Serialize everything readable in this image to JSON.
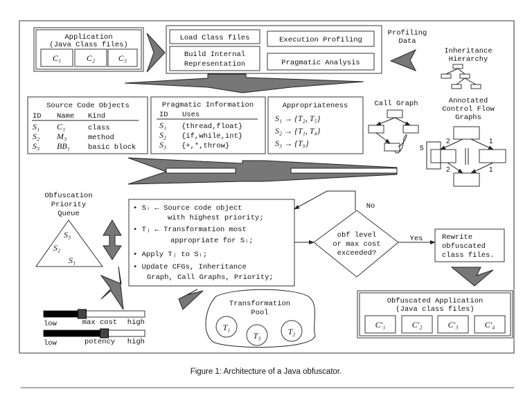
{
  "application": {
    "title": "Application",
    "subtitle": "(Java Class files)",
    "classes": [
      "C₁",
      "C₂",
      "C₃"
    ]
  },
  "process": {
    "load": "Load Class files",
    "build": [
      "Build Internal",
      "Representation"
    ],
    "profiling": "Execution Profiling",
    "pragmatic": "Pragmatic Analysis"
  },
  "profiling_data": [
    "Profiling",
    "Data"
  ],
  "inheritance": [
    "Inheritance",
    "Hierarchy"
  ],
  "source_objects": {
    "title": "Source Code Objects",
    "headers": [
      "ID",
      "Name",
      "Kind"
    ],
    "rows": [
      [
        "S₁",
        "C₁",
        "class"
      ],
      [
        "S₂",
        "M₃",
        "method"
      ],
      [
        "S₃",
        "BB₁",
        "basic block"
      ]
    ]
  },
  "pragmatic_info": {
    "title": "Pragmatic Information",
    "headers": [
      "ID",
      "Uses"
    ],
    "rows": [
      [
        "S₁",
        "{thread,float}"
      ],
      [
        "S₂",
        "{if,while,int}"
      ],
      [
        "S₃",
        "{+,*,throw}"
      ]
    ]
  },
  "appropriateness": {
    "title": "Appropriateness",
    "rows": [
      "S₁ → {T₂, T₅}",
      "S₂ → {T₁, T₄}",
      "S₃ → {T₉}"
    ]
  },
  "call_graph": "Call Graph",
  "cfg": {
    "title": [
      "Annotated",
      "Control Flow",
      "Graphs"
    ],
    "edge_labels": [
      "2",
      "1",
      "5",
      "2",
      "1"
    ]
  },
  "queue": {
    "title": [
      "Obfuscation",
      "Priority",
      "Queue"
    ],
    "items": [
      "S₃",
      "S₂",
      "S₁"
    ]
  },
  "steps": [
    "• Sᵢ ← Source code object",
    "with highest priority;",
    "• Tⱼ ← Transformation most",
    "appropriate for Sᵢ;",
    "• Apply Tⱼ to Sᵢ;",
    "• Update CFGs, Inheritance",
    "Graph, Call Graphs, Priority;"
  ],
  "decision": {
    "lines": [
      "obf level",
      "or max cost",
      "exceeded?"
    ],
    "no": "No",
    "yes": "Yes"
  },
  "rewrite": [
    "Rewrite",
    "obfuscated",
    "class files."
  ],
  "obf_app": {
    "title": "Obfuscated Application",
    "subtitle": "(Java class files)",
    "classes": [
      "C′₁",
      "C′₂",
      "C′₃",
      "C′₄"
    ]
  },
  "sliders": [
    {
      "label": "max cost",
      "low": "low",
      "high": "high",
      "value": 0.38
    },
    {
      "label": "potency",
      "low": "low",
      "high": "high",
      "value": 0.6
    }
  ],
  "pool": {
    "title": [
      "Transformation",
      "Pool"
    ],
    "items": [
      "T₁",
      "T₃",
      "T₂"
    ]
  },
  "caption": "Figure 1: Architecture of a Java obfuscator."
}
